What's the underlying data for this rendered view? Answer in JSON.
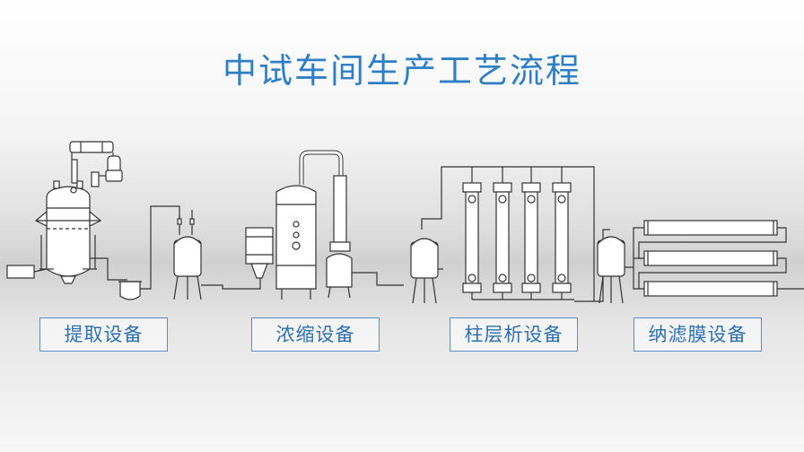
{
  "title": "中试车间生产工艺流程",
  "stages": [
    {
      "label": "提取设备"
    },
    {
      "label": "浓缩设备"
    },
    {
      "label": "柱层析设备"
    },
    {
      "label": "纳滤膜设备"
    }
  ],
  "colors": {
    "title": "#2e7fc6",
    "label_text": "#2d6fb0",
    "label_border": "#5b8ec4",
    "line": "#333333",
    "equipment_fill": "#ffffff"
  }
}
